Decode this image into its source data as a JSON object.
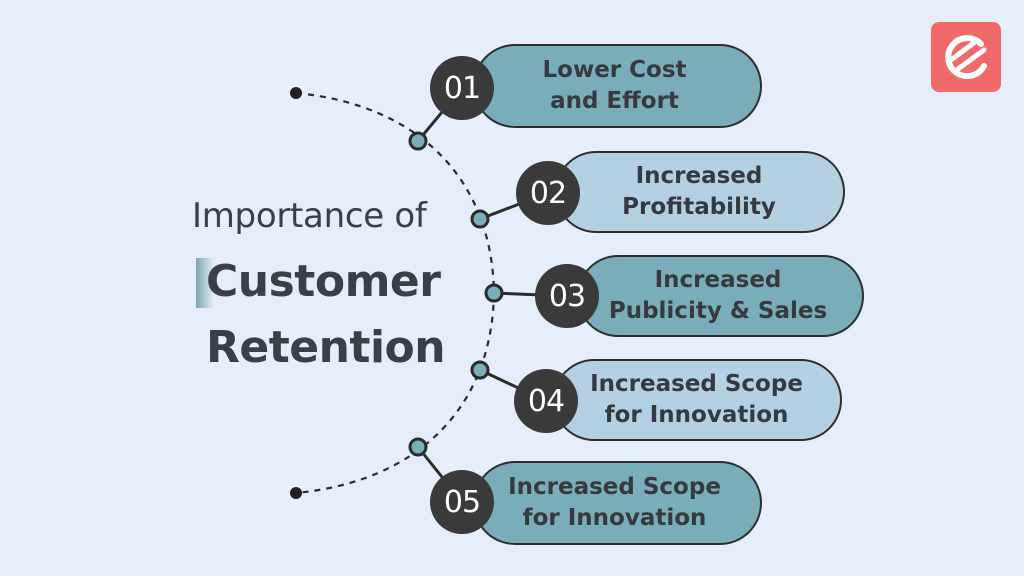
{
  "diagram": {
    "title_line1": "Importance of",
    "title_line2": "Customer",
    "title_line3": "Retention",
    "items": [
      {
        "number": "01",
        "label": "Lower Cost\nand Effort",
        "style": "dark"
      },
      {
        "number": "02",
        "label": "Increased\nProfitability",
        "style": "light"
      },
      {
        "number": "03",
        "label": "Increased\nPublicity & Sales",
        "style": "dark"
      },
      {
        "number": "04",
        "label": "Increased Scope\nfor Innovation",
        "style": "light"
      },
      {
        "number": "05",
        "label": "Increased Scope\nfor Innovation",
        "style": "dark"
      }
    ]
  },
  "colors": {
    "background": "#e6eefb",
    "pill_dark": "#79adb9",
    "pill_light": "#b4d1e3",
    "circle": "#3a3a3a",
    "node_fill": "#79adb9",
    "text": "#3b3f47",
    "logo_bg": "#f06a6a"
  },
  "logo": {
    "icon": "brand-e-logo-icon"
  }
}
